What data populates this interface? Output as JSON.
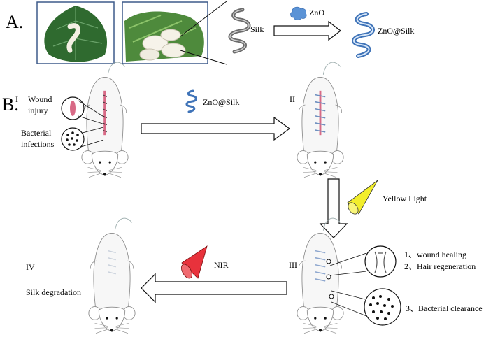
{
  "panel_a": {
    "label": "A.",
    "silk": "Silk",
    "zno": "ZnO",
    "zno_silk": "ZnO@Silk"
  },
  "panel_b": {
    "label": "B.",
    "stage1": {
      "numeral": "I",
      "wound_l1": "Wound",
      "wound_l2": "injury",
      "bact_l1": "Bacterial",
      "bact_l2": "infections"
    },
    "arrow1_label": "ZnO@Silk",
    "stage2": {
      "numeral": "II"
    },
    "yellow_light": "Yellow Light",
    "stage3": {
      "numeral": "III",
      "outcome1": "1、wound healing",
      "outcome2": "2、Hair regeneration",
      "outcome3": "3、Bacterial clearance"
    },
    "nir": "NIR",
    "stage4": {
      "numeral": "IV",
      "degradation": "Silk degradation"
    }
  },
  "colors": {
    "silk_gray": "#7a7a7a",
    "zno_blue": "#5b93d6",
    "wound_pink": "#d86a86",
    "yellow_cone": "#f2ee2c",
    "nir_red": "#e8323c",
    "leaf_green": "#3f7a3a"
  }
}
